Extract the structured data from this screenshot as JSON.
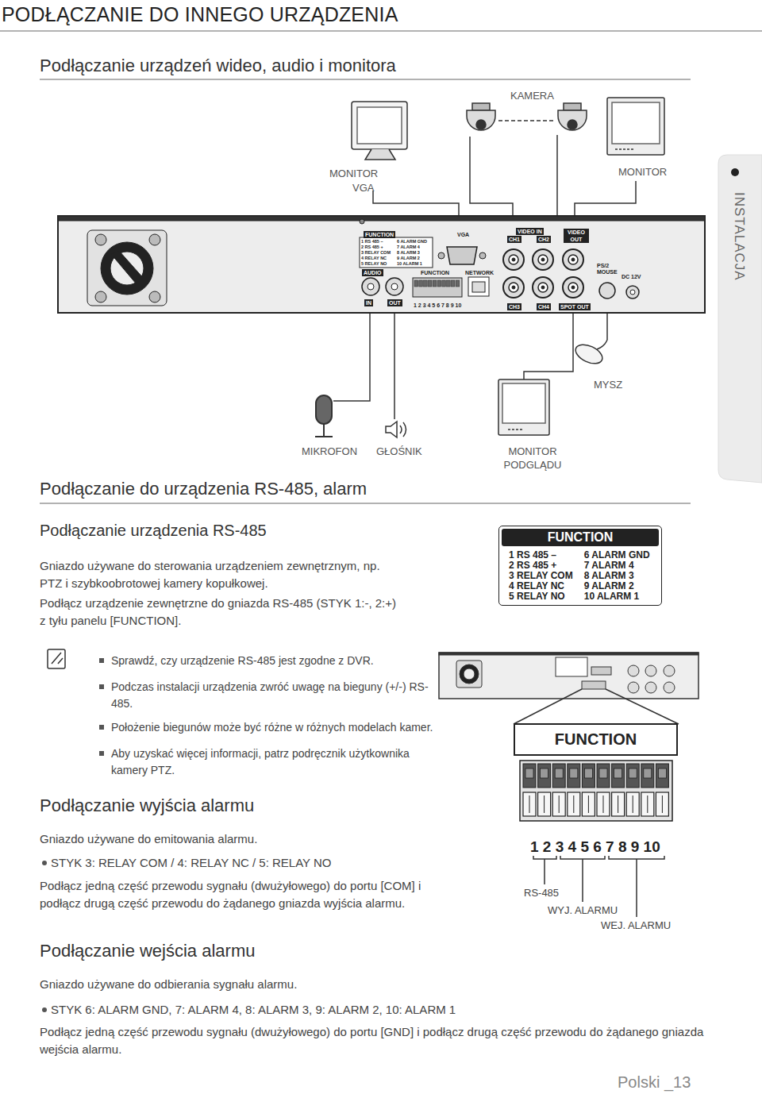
{
  "diagram": {
    "title": "PODŁĄCZANIE DO INNEGO URZĄDZENIA",
    "nodes": [
      {
        "text": [
          "FUNCTION",
          "1 RS 485 –",
          "2 RS 485 +",
          "3 RELAY COM",
          "4 RELAY NC",
          "5 RELAY NO",
          "6 ALARM GND",
          "7 ALARM 4",
          "8 ALARM 3",
          "9 ALARM 2",
          "10 ALARM 1"
        ]
      },
      {
        "text": [
          "FUNCTION"
        ]
      }
    ],
    "labels": [
      "Podłączanie urządzeń wideo, audio i monitora",
      "KAMERA",
      "MONITOR",
      "VGA",
      "MONITOR",
      "INSTALACJA",
      "FUNCTION",
      "1 RS 485 –",
      "2 RS 485 +",
      "3 RELAY COM",
      "4 RELAY NC",
      "5 RELAY NO",
      "6 ALARM GND",
      "7 ALARM 4",
      "8 ALARM 3",
      "9 ALARM 2",
      "10 ALARM 1",
      "VGA",
      "VIDEO IN",
      "CH1",
      "CH2",
      "VIDEO OUT",
      "AUDIO",
      "FUNCTION",
      "NETWORK",
      "PS/2 MOUSE",
      "DC 12V",
      "IN",
      "OUT",
      "1 2 3 4 5 6 7 8 9 10",
      "CH3",
      "CH4",
      "SPOT OUT",
      "MYSZ",
      "MIKROFON",
      "GŁOŚNIK",
      "MONITOR PODGLĄDU",
      "Podłączanie do urządzenia RS-485, alarm",
      "Podłączanie urządzenia RS-485",
      "Gniazdo używane do sterowania urządzeniem zewnętrznym, np. PTZ i szybkoobrotowej kamery kopułkowej.",
      "Podłącz urządzenie zewnętrzne do gniazda RS-485 (STYK 1:-, 2:+) z tyłu panelu [FUNCTION].",
      "Sprawdź, czy urządzenie RS-485 jest zgodne z DVR.",
      "Podczas instalacji urządzenia zwróć uwagę na bieguny (+/-) RS-485.",
      "Położenie biegunów może być różne w różnych modelach kamer.",
      "Aby uzyskać więcej informacji, patrz podręcznik użytkownika kamery PTZ.",
      "Podłączanie wyjścia alarmu",
      "Gniazdo używane do emitowania alarmu.",
      "STYK 3: RELAY COM / 4: RELAY NC / 5: RELAY NO",
      "Podłącz jedną część przewodu sygnału (dwużyłowego) do portu [COM] i podłącz drugą część przewodu do żądanego gniazda wyjścia alarmu.",
      "1 2 3 4 5 6 7 8 9 10",
      "RS-485",
      "WYJ. ALARMU",
      "WEJ. ALARMU",
      "Podłączanie wejścia alarmu",
      "Gniazdo używane do odbierania sygnału alarmu.",
      "STYK 6: ALARM GND, 7: ALARM 4, 8: ALARM 3, 9: ALARM 2, 10: ALARM 1",
      "Podłącz jedną część przewodu sygnału (dwużyłowego) do portu [GND] i podłącz drugą część przewodu do żądanego gniazda wejścia alarmu.",
      "Polski _13"
    ]
  }
}
